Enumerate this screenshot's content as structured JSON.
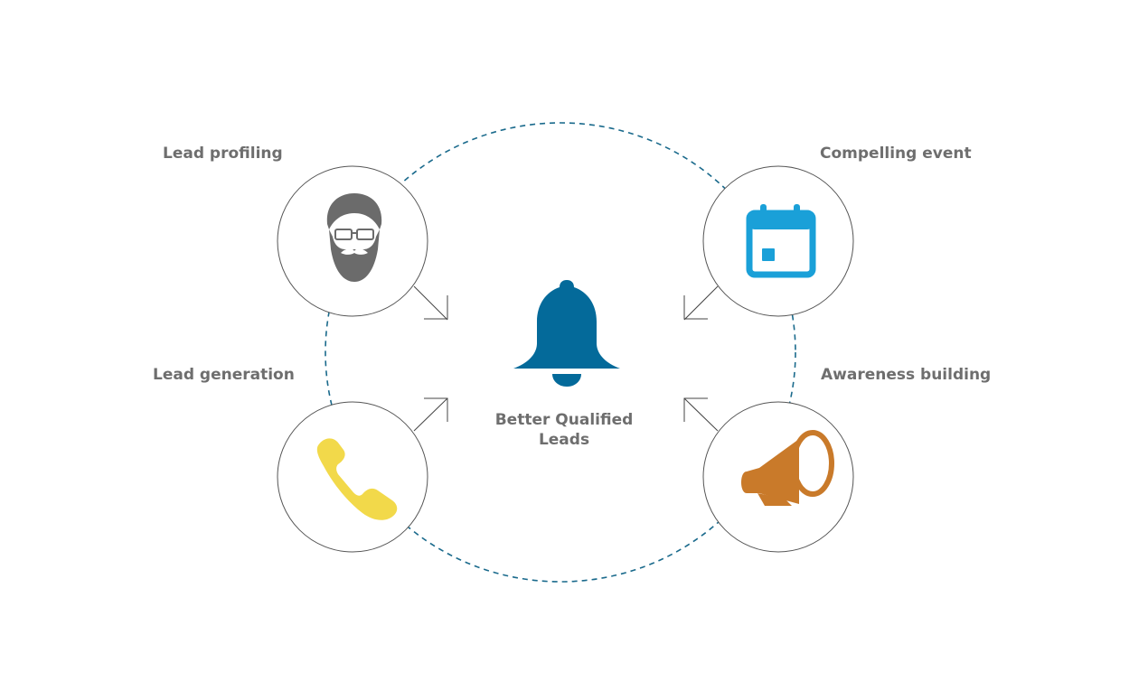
{
  "colors": {
    "ring": "#1a6a8c",
    "bell": "#046a9a",
    "profile": "#6b6b6b",
    "calendar": "#1aa0d8",
    "phone": "#f2d94a",
    "megaphone": "#c97a2a",
    "text": "#6e6e6e"
  },
  "center": {
    "icon": "bell-icon",
    "label_line1": "Better Qualified",
    "label_line2": "Leads"
  },
  "nodes": [
    {
      "label": "Lead profiling",
      "icon": "bearded-man-icon"
    },
    {
      "label": "Compelling event",
      "icon": "calendar-icon"
    },
    {
      "label": "Lead generation",
      "icon": "phone-icon"
    },
    {
      "label": "Awareness building",
      "icon": "megaphone-icon"
    }
  ]
}
